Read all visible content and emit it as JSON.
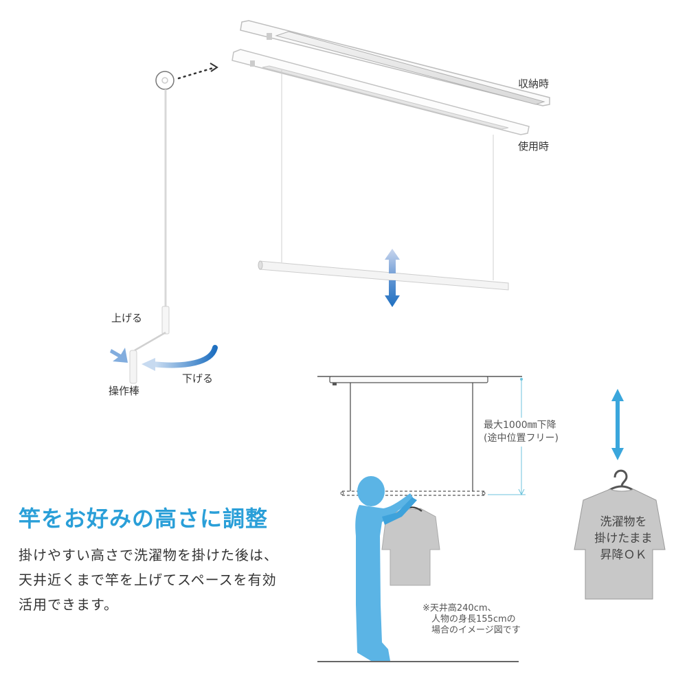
{
  "product_diagram": {
    "state_labels": {
      "stored": "収納時",
      "in_use": "使用時"
    },
    "crank_labels": {
      "raise": "上げる",
      "lower": "下げる",
      "operating_rod": "操作棒"
    }
  },
  "height_diagram": {
    "dimension_label_line1": "最大1000㎜下降",
    "dimension_label_line2": "(途中位置フリー)",
    "note_lines": [
      "※天井高240cm、",
      "人物の身長155cmの",
      "場合のイメージ図です"
    ]
  },
  "shirt_callout": {
    "lines": [
      "洗濯物を",
      "掛けたまま",
      "昇降ＯＫ"
    ]
  },
  "feature": {
    "headline": "竿をお好みの高さに調整",
    "body_lines": [
      "掛けやすい高さで洗濯物を掛けた後は、",
      "天井近くまで竿を上げてスペースを有効",
      "活用できます。"
    ]
  },
  "colors": {
    "accent_blue": "#2a9fd8",
    "person_blue": "#5bb4e5",
    "arrow_blue": "#1e6fc0",
    "shirt_gray": "#c8c8c8",
    "dimension_line": "#6cc3dc"
  }
}
